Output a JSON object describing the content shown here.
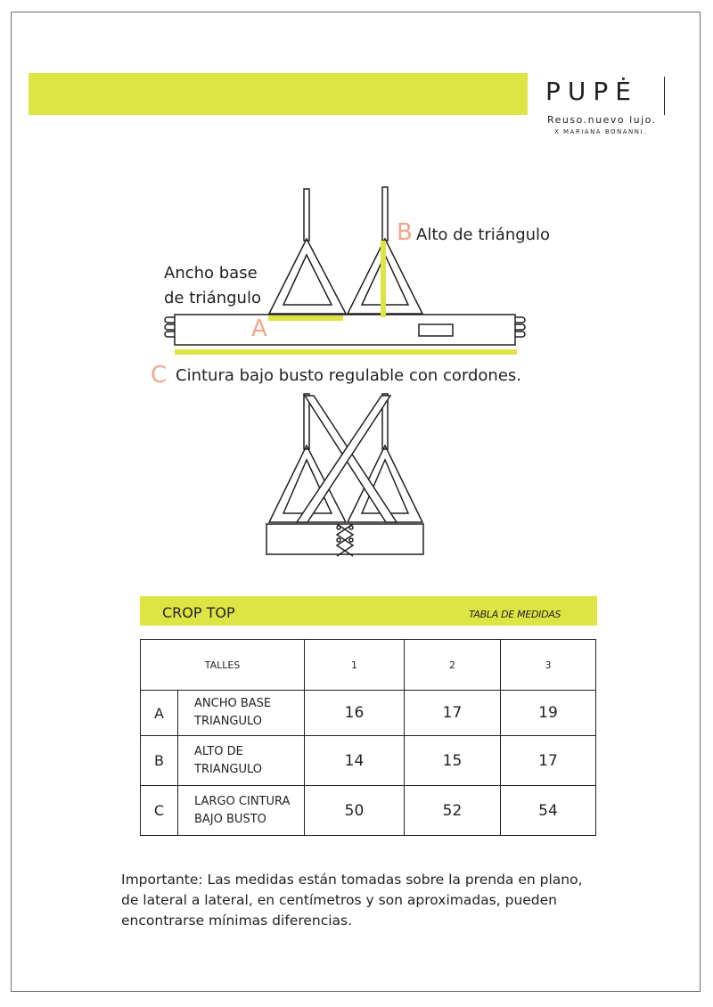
{
  "brand": {
    "logo_text": "PUPĖ",
    "tagline": "Reuso.nuevo lujo.",
    "byline": "X MARIANA BONANNI."
  },
  "diagram": {
    "label_a_letter": "A",
    "label_a_text": [
      "Ancho base",
      "de triángulo"
    ],
    "label_b_letter": "B",
    "label_b_text": "Alto de triángulo",
    "label_c_letter": "C",
    "label_c_text": "Cintura bajo busto regulable con cordones."
  },
  "table": {
    "title": "CROP TOP",
    "subtitle": "TABLA DE MEDIDAS",
    "header_label": "TALLES",
    "sizes": [
      "1",
      "2",
      "3"
    ],
    "rows": [
      {
        "letter": "A",
        "label_lines": [
          "ANCHO BASE",
          "TRIANGULO"
        ],
        "values": [
          "16",
          "17",
          "19"
        ]
      },
      {
        "letter": "B",
        "label_lines": [
          "ALTO DE",
          "TRIANGULO"
        ],
        "values": [
          "14",
          "15",
          "17"
        ]
      },
      {
        "letter": "C",
        "label_lines": [
          "LARGO CINTURA",
          "BAJO BUSTO"
        ],
        "values": [
          "50",
          "52",
          "54"
        ]
      }
    ]
  },
  "note_lines": [
    "Importante: Las medidas están tomadas sobre la prenda en plano,",
    "de lateral a lateral, en centímetros y son aproximadas, pueden",
    "encontrarse mínimas diferencias."
  ],
  "colors": {
    "accent": "#dce544",
    "letter": "#f4a688",
    "ink": "#231f20"
  }
}
